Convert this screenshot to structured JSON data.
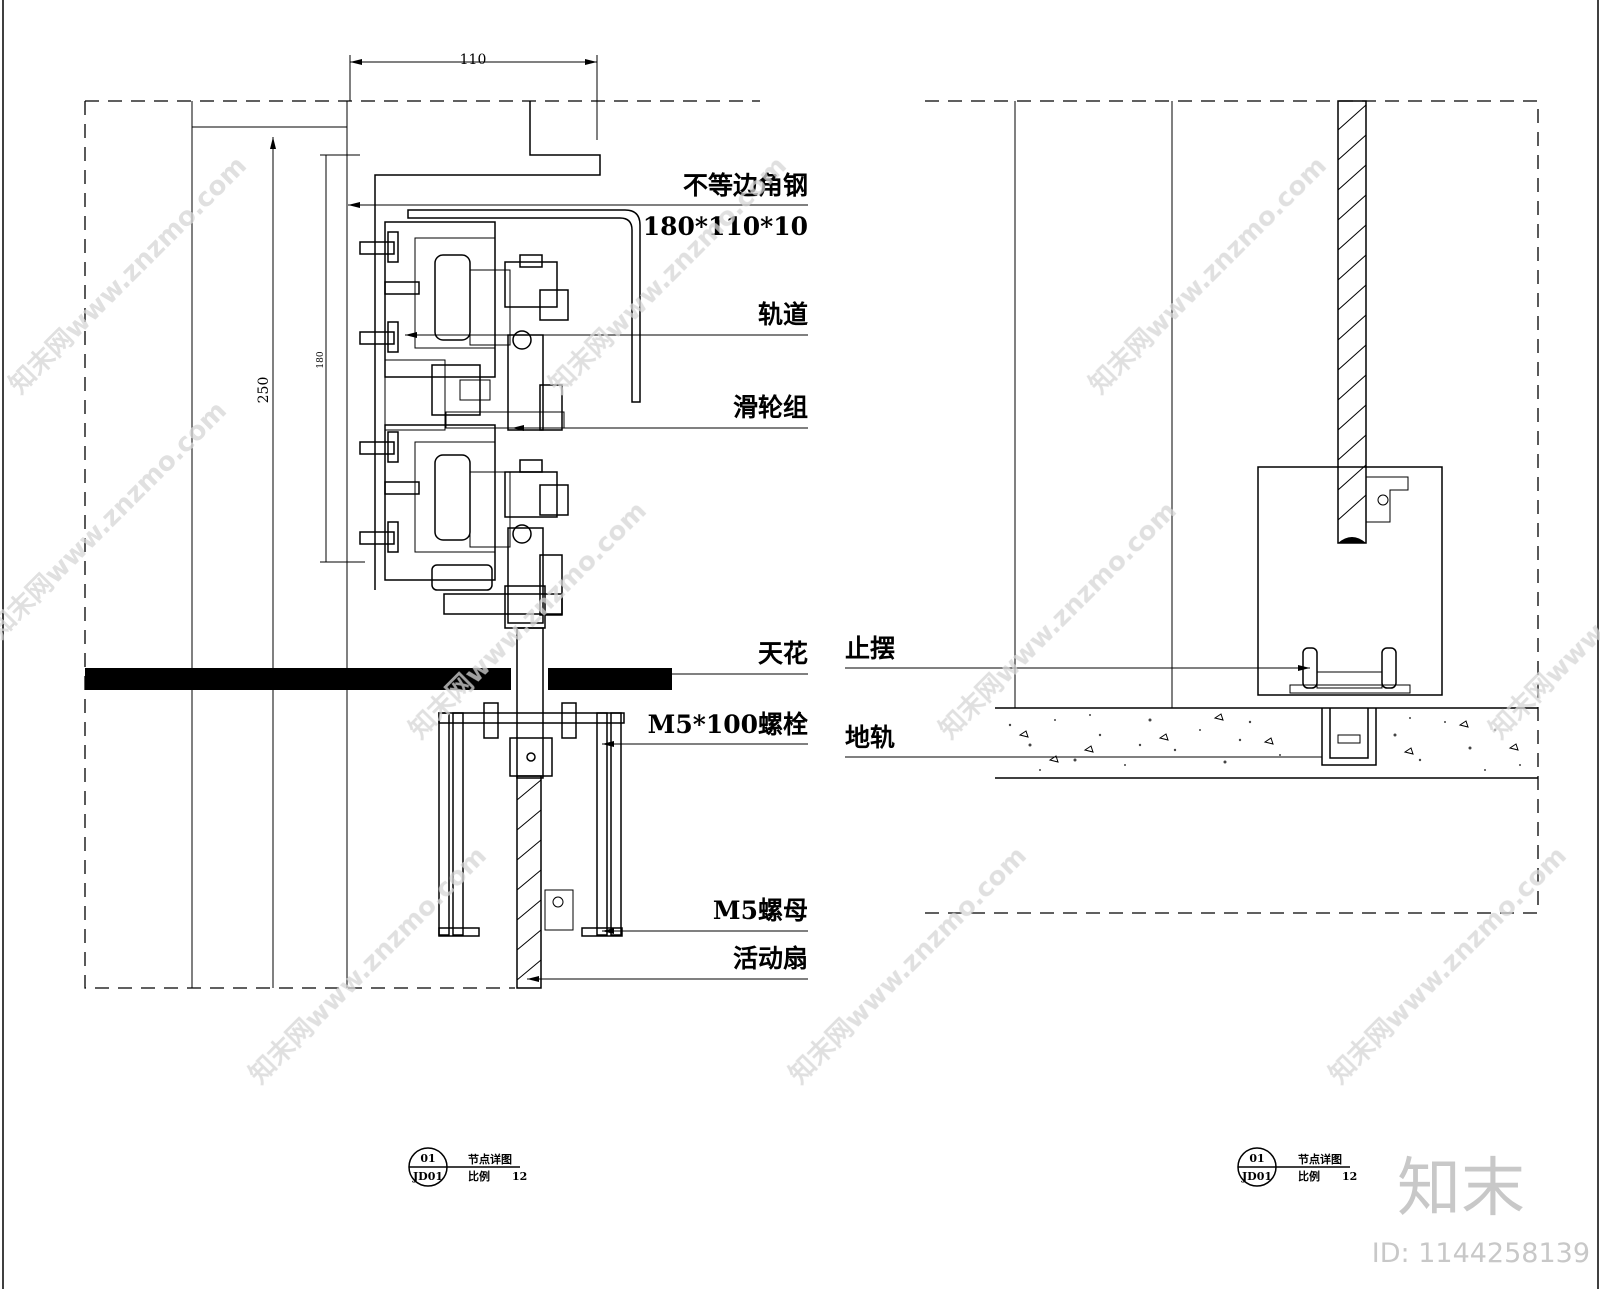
{
  "dimensions": {
    "width_top": "110",
    "height_total": "250",
    "height_track": "180"
  },
  "callouts_left": {
    "steel_angle": "不等边角钢",
    "steel_angle_size": "180*110*10",
    "track": "轨道",
    "pulley": "滑轮组",
    "ceiling": "天花",
    "bolt": "M5*100螺栓",
    "nut": "M5螺母",
    "leaf": "活动扇"
  },
  "callouts_right": {
    "stopper": "止摆",
    "floor_rail": "地轨"
  },
  "title_left": {
    "number": "01",
    "sheet": "JD01",
    "title": "节点详图",
    "scale_label": "比例",
    "scale_value": "12"
  },
  "title_right": {
    "number": "01",
    "sheet": "JD01",
    "title": "节点详图",
    "scale_label": "比例",
    "scale_value": "12"
  },
  "watermark": {
    "text": "知末网www.znzmo.com",
    "brand": "知末",
    "id": "ID: 1144258139"
  }
}
